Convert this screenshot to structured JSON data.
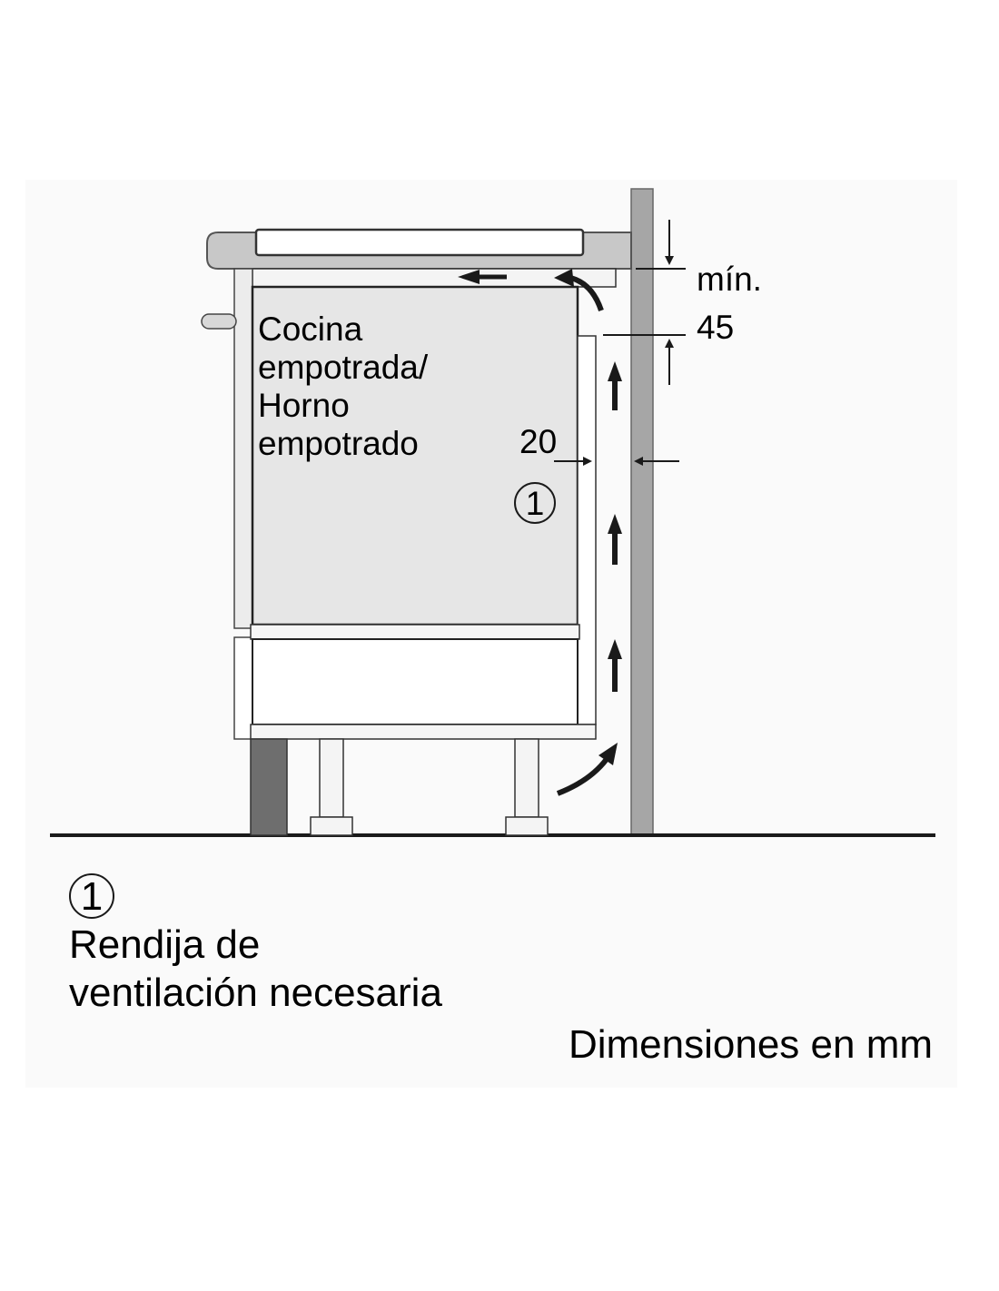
{
  "appliance_label": [
    "Cocina",
    "empotrada/",
    "Horno",
    "empotrado"
  ],
  "dimensions": {
    "gap_min_label": "mín.",
    "gap_min_value": "45",
    "gap_side_value": "20"
  },
  "callout_marker": "1",
  "legend": {
    "marker": "1",
    "text_line_1": "Rendija de",
    "text_line_2": "ventilación necesaria"
  },
  "units_note": "Dimensiones en mm",
  "colors": {
    "appliance_fill": "#e6e6e6",
    "cabinet_fill": "#f6f6f6",
    "wall_fill": "#a6a6a6",
    "plinth_fill": "#6e6e6e",
    "worktop_fill": "#c8c8c8",
    "backdrop": "#fafafa",
    "line": "#1a1a1a"
  }
}
